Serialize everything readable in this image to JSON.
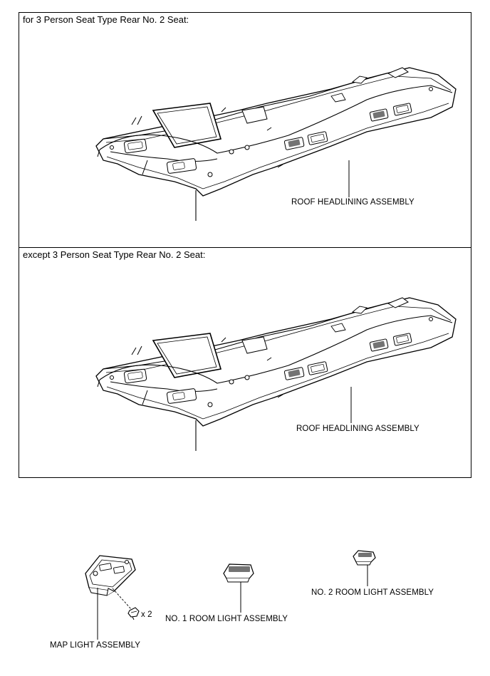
{
  "panels": [
    {
      "caption": "for 3 Person Seat Type Rear No. 2 Seat:",
      "part_label": "ROOF HEADLINING ASSEMBLY"
    },
    {
      "caption": "except 3 Person Seat Type Rear No. 2 Seat:",
      "part_label": "ROOF HEADLINING ASSEMBLY"
    }
  ],
  "parts": {
    "map_light": "MAP LIGHT ASSEMBLY",
    "screw_qty": "x 2",
    "no1_room_light": "NO. 1 ROOM LIGHT ASSEMBLY",
    "no2_room_light": "NO. 2 ROOM LIGHT ASSEMBLY"
  }
}
